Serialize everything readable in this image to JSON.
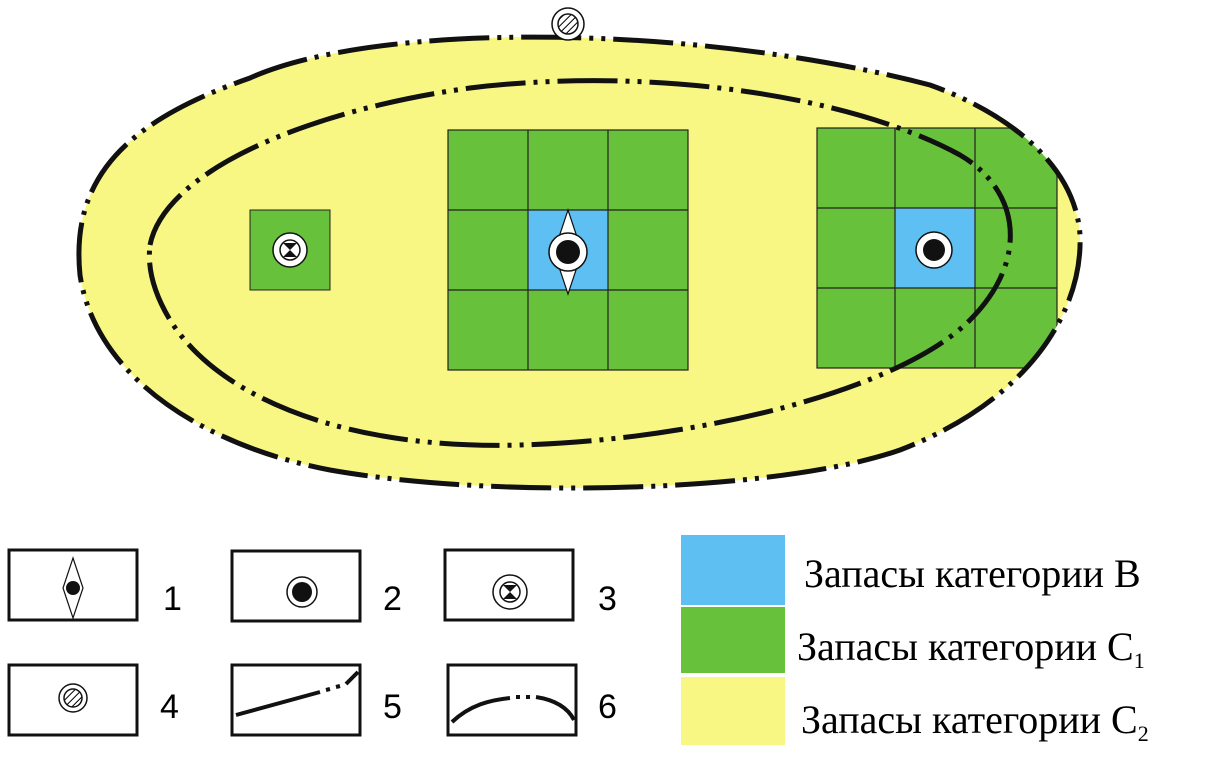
{
  "colors": {
    "category_b": "#5ec0f2",
    "category_c1": "#68c13a",
    "category_c2": "#f9f784",
    "line": "#111111"
  },
  "legend": {
    "symbols": [
      {
        "number": "1",
        "icon": "diamond-well-icon"
      },
      {
        "number": "2",
        "icon": "black-dot-well-icon"
      },
      {
        "number": "3",
        "icon": "crossed-circle-well-icon"
      },
      {
        "number": "4",
        "icon": "hatched-circle-well-icon"
      },
      {
        "number": "5",
        "icon": "straight-dash-dot-line-icon"
      },
      {
        "number": "6",
        "icon": "curved-dash-dot-line-icon"
      }
    ],
    "categories": [
      {
        "text": "Запасы категории B",
        "subscript": ""
      },
      {
        "text": "Запасы категории C",
        "subscript": "1"
      },
      {
        "text": "Запасы категории C",
        "subscript": "2"
      }
    ]
  }
}
